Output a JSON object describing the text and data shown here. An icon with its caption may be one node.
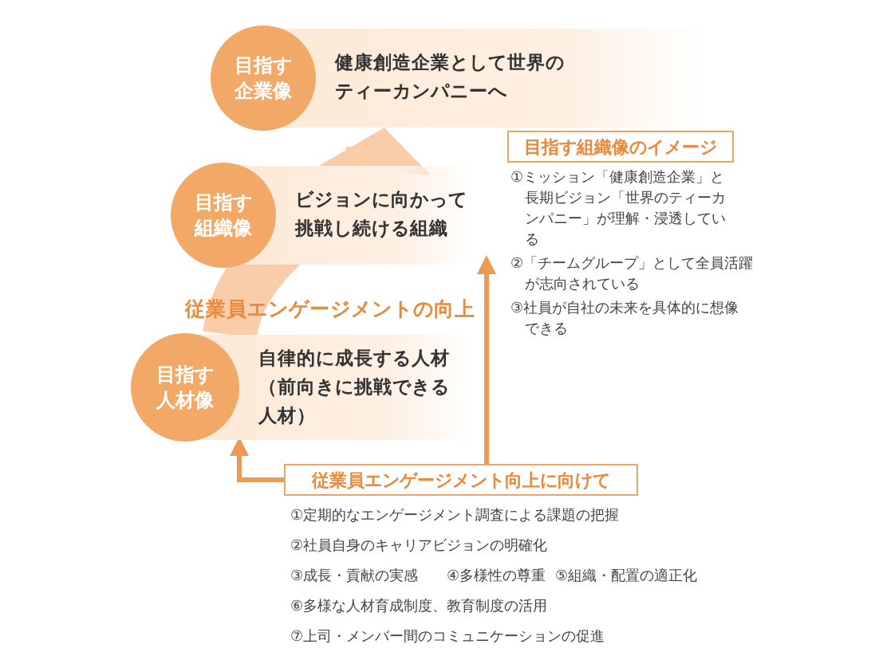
{
  "diagram": {
    "nodes": [
      {
        "text": [
          "目指す企業像",
          "健康創造企業として世界のティーカンパニーへ"
        ]
      },
      {
        "text": [
          "目指す組織像",
          "ビジョンに向かって挑戦し続ける組織"
        ]
      },
      {
        "text": [
          "目指す人材像",
          "自律的に成長する人材（前向きに挑戦できる人材）"
        ]
      },
      {
        "text": [
          "目指す組織像のイメージ"
        ],
        "beside": [
          "①ミッション「健康創造企業」と長期ビジョン「世界のティーカンパニー」が理解・浸透している",
          "②「チームグループ」として全員活躍が志向されている",
          "③社員が自社の未来を具体的に想像できる"
        ]
      },
      {
        "text": [
          "従業員エンゲージメント向上に向けて"
        ],
        "beside": [
          "①定期的なエンゲージメント調査による課題の把握",
          "②社員自身のキャリアビジョンの明確化",
          "③成長・貢献の実感",
          "④多様性の尊重",
          "⑤組織・配置の適正化",
          "⑥多様な人材育成制度、教育制度の活用",
          "⑦上司・メンバー間のコミュニケーションの促進"
        ]
      }
    ],
    "edges": [
      {
        "from": 4,
        "to": 1,
        "arrow": "to"
      },
      {
        "from": 4,
        "to": 2,
        "arrow": "to"
      }
    ],
    "labels": [
      "従業員エンゲージメントの向上"
    ]
  }
}
